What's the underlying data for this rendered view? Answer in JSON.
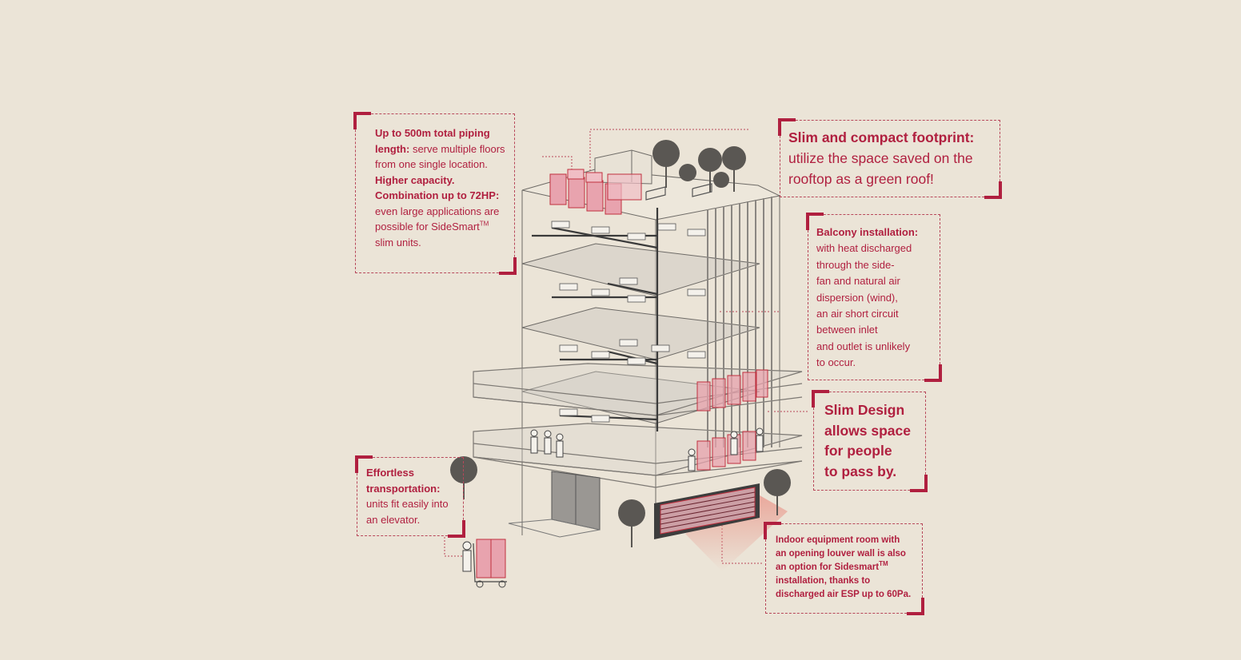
{
  "callouts": {
    "piping": {
      "title1": "Up to 500m total piping length:",
      "body1": "serve multiple floors from one single location.",
      "title2": "Higher capacity. Combination up to 72HP:",
      "body2_pre": "even large applications are possible for SideSmart",
      "tm": "TM",
      "body2_post": "slim units."
    },
    "footprint": {
      "title": "Slim and compact footprint:",
      "body": "utilize the space saved on the rooftop as a green roof!"
    },
    "balcony": {
      "title": "Balcony installation:",
      "lines": [
        "with heat discharged",
        "through the side-",
        "fan and natural air",
        "dispersion (wind),",
        "an air short circuit",
        "between inlet",
        "and outlet is unlikely",
        "to occur."
      ]
    },
    "slim": {
      "lines": [
        "Slim Design",
        "allows space",
        "for people",
        "to pass by."
      ]
    },
    "transport": {
      "title": "Effortless transportation:",
      "body": "units fit easily into an elevator."
    },
    "indoor": {
      "line1": "Indoor equipment room with",
      "line2": "an opening louver wall is also",
      "line3_pre": "an option for Sidesmart",
      "tm": "TM",
      "line4": "installation, thanks to",
      "line5": "discharged air ESP up to 60Pa."
    }
  },
  "colors": {
    "background": "#ebe4d7",
    "accent": "#b01f3f",
    "unit_fill": "#e8a3ae",
    "line": "#555555"
  }
}
